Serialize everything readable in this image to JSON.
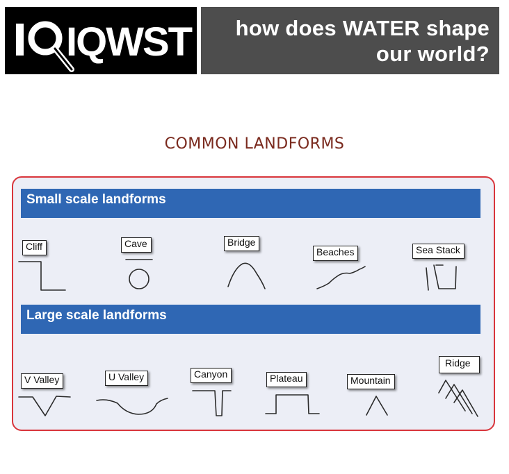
{
  "header": {
    "logo_text": "IQWST",
    "tagline_line1": "how does WATER shape",
    "tagline_line2": "our world?"
  },
  "section_title": "COMMON LANDFORMS",
  "small_scale": {
    "heading": "Small scale landforms",
    "items": [
      {
        "label": "Cliff",
        "icon": "cliff-sketch-icon"
      },
      {
        "label": "Cave",
        "icon": "cave-sketch-icon"
      },
      {
        "label": "Bridge",
        "icon": "bridge-sketch-icon"
      },
      {
        "label": "Beaches",
        "icon": "beaches-sketch-icon"
      },
      {
        "label": "Sea Stack",
        "icon": "sea-stack-sketch-icon"
      }
    ]
  },
  "large_scale": {
    "heading": "Large scale landforms",
    "items": [
      {
        "label": "V Valley",
        "icon": "v-valley-sketch-icon"
      },
      {
        "label": "U Valley",
        "icon": "u-valley-sketch-icon"
      },
      {
        "label": "Canyon",
        "icon": "canyon-sketch-icon"
      },
      {
        "label": "Plateau",
        "icon": "plateau-sketch-icon"
      },
      {
        "label": "Mountain",
        "icon": "mountain-sketch-icon"
      },
      {
        "label": "Ridge",
        "icon": "ridge-sketch-icon"
      }
    ]
  },
  "colors": {
    "logo_bg": "#000000",
    "tagline_bg": "#4d4d4d",
    "title_color": "#7a2a1e",
    "panel_border": "#d9353b",
    "panel_bg": "#eceef6",
    "bar_blue": "#2f67b4"
  }
}
